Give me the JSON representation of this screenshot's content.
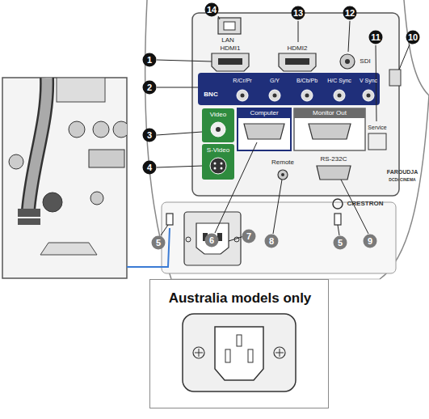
{
  "diagram": {
    "nodes": [
      {
        "text": [
          "BNC",
          "R/Cr/Pr",
          "G/Y",
          "B/Cb/Pb",
          "H/C Sync",
          "V Sync"
        ]
      },
      {
        "text": [
          "Video"
        ]
      },
      {
        "text": [
          "S-Video"
        ]
      },
      {
        "text": [
          "Computer"
        ]
      },
      {
        "text": [
          "Monitor Out"
        ]
      },
      {
        "text": [
          "Australia models only"
        ]
      }
    ],
    "labels": [
      "LAN",
      "HDMI1",
      "HDMI2",
      "SDI",
      "Remote",
      "RS-232C",
      "Service",
      "FAROUDJA",
      "DCDi CINEMA",
      "CRESTRON",
      "14",
      "13",
      "12",
      "11",
      "10",
      "1",
      "2",
      "3",
      "4",
      "5",
      "6",
      "7",
      "8",
      "5",
      "9"
    ]
  }
}
